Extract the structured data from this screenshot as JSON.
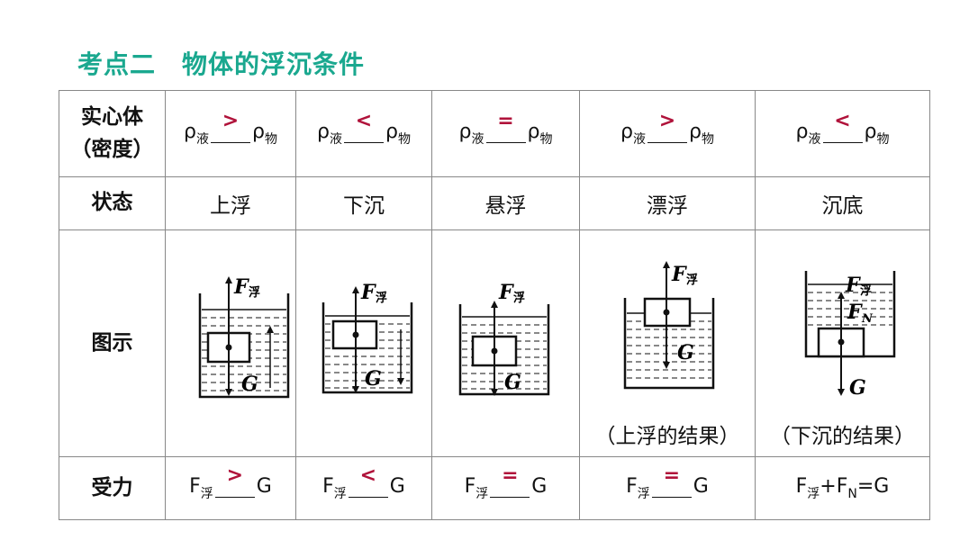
{
  "title": "考点二　物体的浮沉条件",
  "row_labels": {
    "density_line1": "实心体",
    "density_line2": "（密度）",
    "state": "状态",
    "diagram": "图示",
    "force": "受力"
  },
  "density": [
    {
      "left": "ρ",
      "left_sub": "液",
      "op": ">",
      "right": "ρ",
      "right_sub": "物"
    },
    {
      "left": "ρ",
      "left_sub": "液",
      "op": "<",
      "right": "ρ",
      "right_sub": "物"
    },
    {
      "left": "ρ",
      "left_sub": "液",
      "op": "=",
      "right": "ρ",
      "right_sub": "物"
    },
    {
      "left": "ρ",
      "left_sub": "液",
      "op": ">",
      "right": "ρ",
      "right_sub": "物"
    },
    {
      "left": "ρ",
      "left_sub": "液",
      "op": "<",
      "right": "ρ",
      "right_sub": "物"
    }
  ],
  "states": [
    "上浮",
    "下沉",
    "悬浮",
    "漂浮",
    "沉底"
  ],
  "captions": [
    "",
    "",
    "",
    "（上浮的结果）",
    "（下沉的结果）"
  ],
  "diagram_labels": {
    "buoyancy": "F",
    "buoyancy_sub": "浮",
    "gravity": "G",
    "normal": "F",
    "normal_sub": "N"
  },
  "force": [
    {
      "left": "F",
      "left_sub": "浮",
      "op": ">",
      "right": "G"
    },
    {
      "left": "F",
      "left_sub": "浮",
      "op": "<",
      "right": "G"
    },
    {
      "left": "F",
      "left_sub": "浮",
      "op": "=",
      "right": "G"
    },
    {
      "left": "F",
      "left_sub": "浮",
      "op": "=",
      "right": "G"
    }
  ],
  "force_last": {
    "a": "F",
    "a_sub": "浮",
    "plus": "+",
    "b": "F",
    "b_sub": "N",
    "eq": "=",
    "c": "G"
  },
  "colors": {
    "title": "#1aa88f",
    "operator": "#b0123a",
    "border": "#888888"
  }
}
